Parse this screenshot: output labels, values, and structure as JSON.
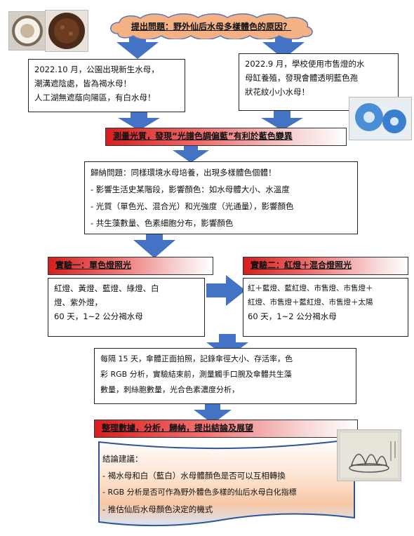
{
  "title": "提出問題：野外仙后水母多樣體色的原因？",
  "left_obs": {
    "lines": [
      "2022.10 月，公園出現新生水母，",
      "潮溝遮陰處，皆為褐水母！",
      "人工湖無遮蔭向陽區，有白水母！"
    ]
  },
  "right_obs": {
    "lines": [
      "2022.9 月，學校使用市售燈的水",
      "母缸養殖，發現會體透明藍色孢",
      "狀花紋小小水母！"
    ]
  },
  "hypothesis": "測量光質，發現“光譜色調偏藍”有利於藍色變異",
  "summary": {
    "lines": [
      "歸納問題：同樣環境水母培養，出現多樣體色個體！",
      "- 影響生活史某階段，影響顏色：如水母體大小、水溫度",
      "- 光質（單色光、混合光）和光強度（光通量），影響顏色",
      "- 共生藻數量、色素細胞分布，影響顏色"
    ]
  },
  "exp1": {
    "title": "實驗一：單色燈照光",
    "lines": [
      "紅燈、黃燈、藍燈、綠燈、白",
      "燈、紫外燈，",
      "60 天，1~2 公分褐水母"
    ]
  },
  "exp2": {
    "title": "實驗二：紅燈＋混合燈照光",
    "lines": [
      "紅＋藍燈、藍紅燈、市售燈、市售燈＋",
      "紅燈、市售燈＋藍紅燈、市售燈＋太陽",
      "60 天，1~2 公分褐水母"
    ]
  },
  "method": {
    "lines": [
      "每隔 15 天，傘體正面拍照，記錄傘徑大小、存活率，色",
      "彩 RGB 分析，實驗結束前，測量觸手口腕及傘體共生藻",
      "數量，刺絲胞數量，光合色素濃度分析，"
    ]
  },
  "analysis": "整理數據，分析，歸納，提出結論及展望",
  "conclusion": {
    "heading": "結論建議：",
    "items": [
      "- 褐水母和白（藍白）水母體顏色是否可以互相轉換",
      "- RGB 分析是否可作為野外體色多樣的仙后水母白化指標",
      "- 推估仙后水母顏色決定的機式"
    ]
  },
  "colors": {
    "arrow": "#4472c4",
    "cloud_fill": "#f4b183",
    "red_bar": "#d81e1e",
    "concl_border": "#2e5597"
  }
}
